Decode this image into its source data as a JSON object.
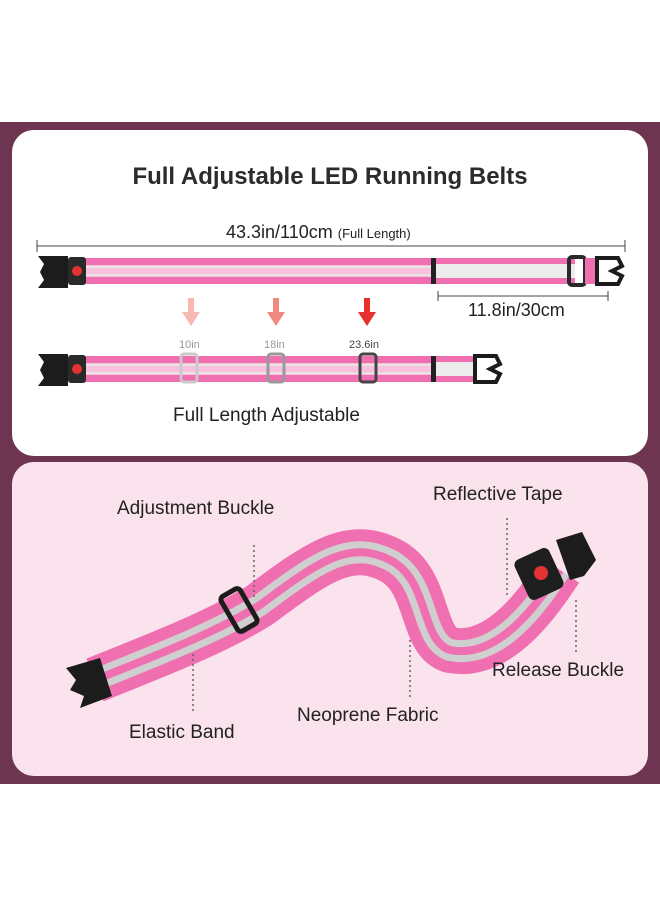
{
  "title": "Full Adjustable LED Running Belts",
  "full_length": {
    "measure": "43.3in/110cm",
    "note": "(Full Length)"
  },
  "extension": "11.8in/30cm",
  "adjust_marks": [
    "10in",
    "18in",
    "23.6in"
  ],
  "adjust_caption": "Full Length Adjustable",
  "callouts": {
    "adjustment_buckle": "Adjustment Buckle",
    "reflective_tape": "Reflective Tape",
    "release_buckle": "Release Buckle",
    "neoprene_fabric": "Neoprene Fabric",
    "elastic_band": "Elastic Band"
  },
  "colors": {
    "frame": "#6e3550",
    "belt_pink": "#f06fb0",
    "reflective": "#d9d4d6",
    "arrow_red": "#e8302f"
  }
}
